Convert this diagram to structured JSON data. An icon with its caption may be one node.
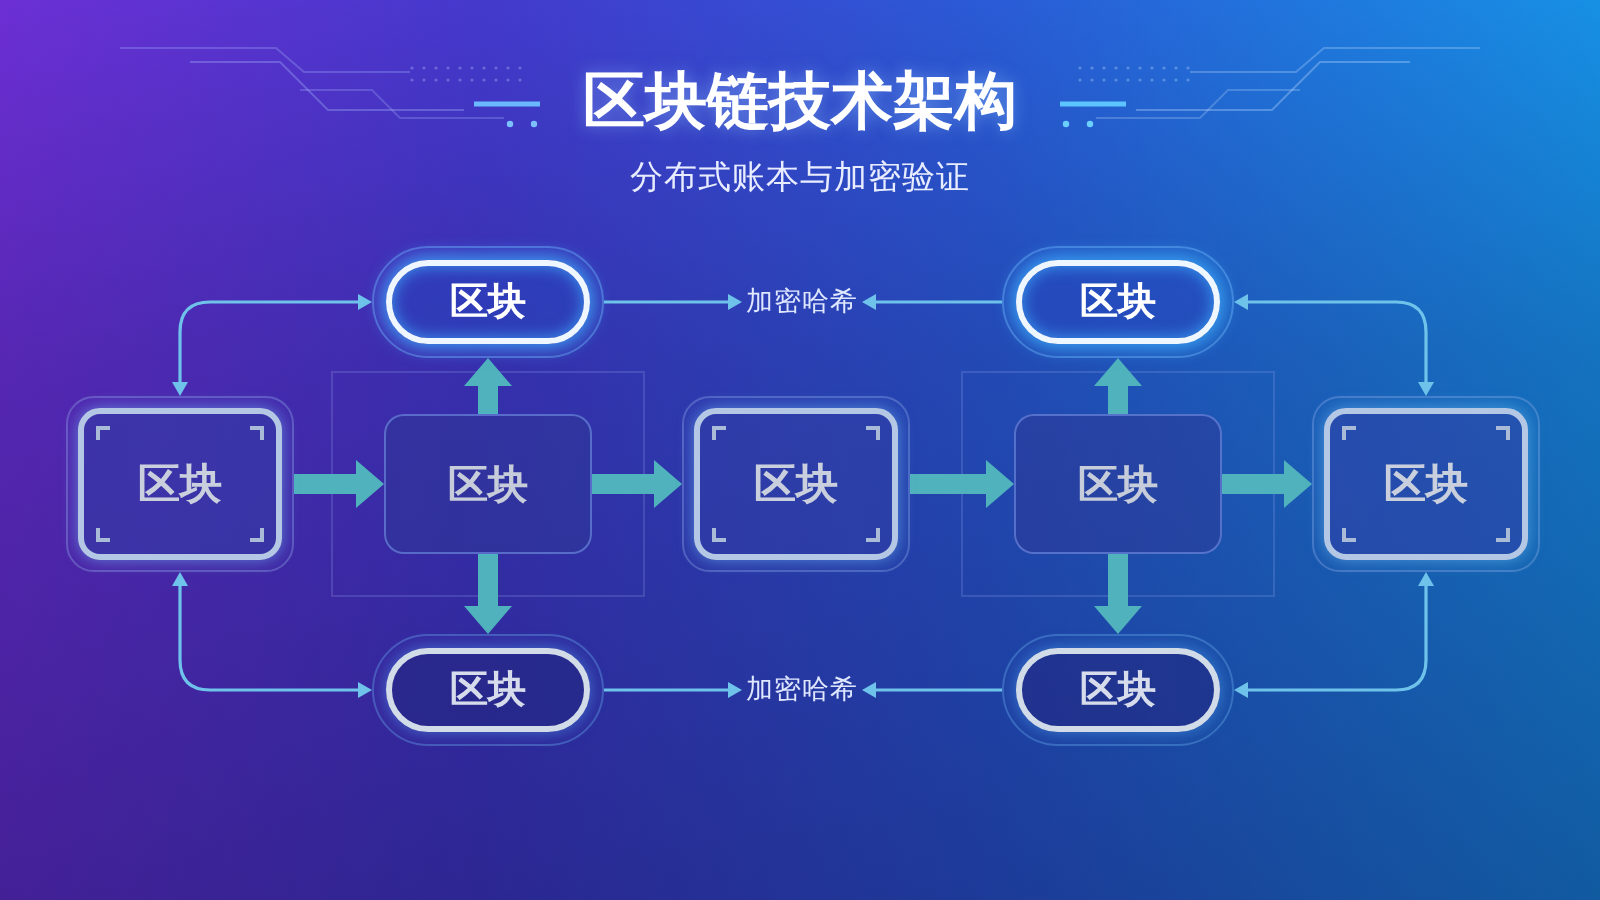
{
  "diagram": {
    "title": "区块链技术架构",
    "nodes": [
      {
        "text": [
          "区块"
        ]
      },
      {
        "text": [
          "加密哈希"
        ]
      },
      {
        "text": [
          "区块"
        ]
      },
      {
        "text": [
          "区块"
        ]
      },
      {
        "text": [
          "区块"
        ]
      },
      {
        "text": [
          "区块"
        ]
      },
      {
        "text": [
          "区块"
        ]
      },
      {
        "text": [
          "区块"
        ]
      },
      {
        "text": [
          "区块"
        ]
      },
      {
        "text": [
          "加密哈希"
        ]
      },
      {
        "text": [
          "区块"
        ]
      }
    ],
    "edges": [
      {
        "from": 0,
        "to": 1,
        "arrow": "to"
      },
      {
        "from": 2,
        "to": 1,
        "arrow": "to"
      },
      {
        "from": 3,
        "to": 0,
        "arrow": "both"
      },
      {
        "from": 7,
        "to": 2,
        "arrow": "both"
      },
      {
        "from": 3,
        "to": 4,
        "arrow": "to",
        "style": "thick",
        "color": "#4fb2bc"
      },
      {
        "from": 4,
        "to": 5,
        "arrow": "to",
        "style": "thick",
        "color": "#4fb2bc"
      },
      {
        "from": 5,
        "to": 6,
        "arrow": "to",
        "style": "thick",
        "color": "#4fb2bc"
      },
      {
        "from": 6,
        "to": 7,
        "arrow": "to",
        "style": "thick",
        "color": "#4fb2bc"
      },
      {
        "from": 4,
        "to": 0,
        "arrow": "to",
        "style": "thick",
        "color": "#4fb2bc"
      },
      {
        "from": 4,
        "to": 8,
        "arrow": "to",
        "style": "thick",
        "color": "#4fb2bc"
      },
      {
        "from": 6,
        "to": 2,
        "arrow": "to",
        "style": "thick",
        "color": "#4fb2bc"
      },
      {
        "from": 6,
        "to": 10,
        "arrow": "to",
        "style": "thick",
        "color": "#4fb2bc"
      },
      {
        "from": 3,
        "to": 8,
        "arrow": "both"
      },
      {
        "from": 7,
        "to": 10,
        "arrow": "both"
      },
      {
        "from": 8,
        "to": 9,
        "arrow": "to"
      },
      {
        "from": 10,
        "to": 9,
        "arrow": "to"
      }
    ],
    "labels": [
      "分布式账本与加密验证"
    ]
  }
}
